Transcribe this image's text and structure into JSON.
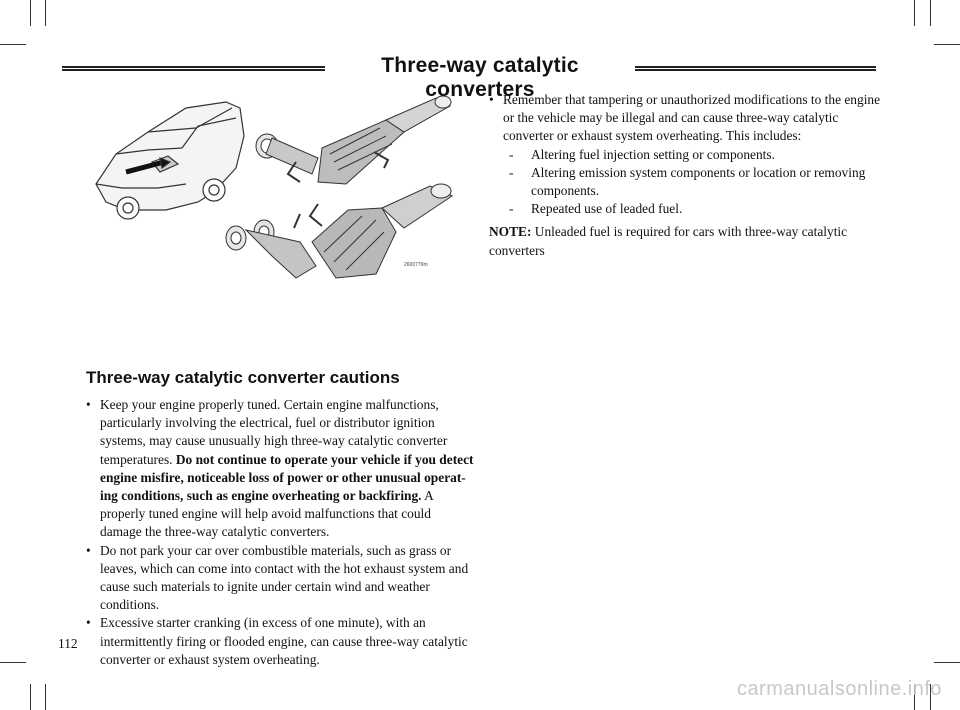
{
  "header": {
    "title": "Three-way catalytic converters"
  },
  "figure": {
    "code": "2600779m"
  },
  "section": {
    "heading": "Three-way catalytic converter cautions",
    "bullets": [
      {
        "lines": [
          "Keep your engine properly tuned. Certain engine malfunctions,",
          "particularly involving the electrical, fuel or distributor ignition",
          "systems, may cause unusually high three-way catalytic converter"
        ],
        "line4_plain": "temperatures. ",
        "line4_bold": "Do not continue to operate your vehicle if you detect",
        "bold_lines": [
          "engine misfire, noticeable loss of power or other unusual operat-"
        ],
        "line6_bold": "ing conditions, such as engine overheating or backfiring.",
        "line6_plain": " A",
        "tail_lines": [
          "properly tuned engine will help avoid malfunctions that could",
          "damage the three-way catalytic converters."
        ]
      },
      {
        "lines": [
          "Do not park your car over combustible materials, such as grass or",
          "leaves, which can come into contact with the hot exhaust system and",
          "cause such materials to ignite under certain wind and weather",
          "conditions."
        ]
      },
      {
        "lines": [
          "Excessive starter cranking (in excess of one minute), with an",
          "intermittently firing or flooded engine, can cause three-way catalytic",
          "converter or exhaust system overheating."
        ]
      }
    ]
  },
  "right": {
    "bullet_lines": [
      "Remember that tampering or unauthorized modifications to the engine",
      "or the vehicle may be illegal and can cause three-way catalytic",
      "converter or exhaust system overheating. This includes:"
    ],
    "sub_items": [
      "Altering fuel injection setting or components.",
      "Altering emission system components or location or removing",
      "components.",
      "Repeated use of leaded fuel."
    ],
    "note_label": "NOTE:",
    "note_line1": " Unleaded fuel is required for cars with three-way catalytic",
    "note_line2": "converters"
  },
  "page_number": "112",
  "watermark": "carmanualsonline.info",
  "symbols": {
    "bullet": "•",
    "dash": "-"
  }
}
